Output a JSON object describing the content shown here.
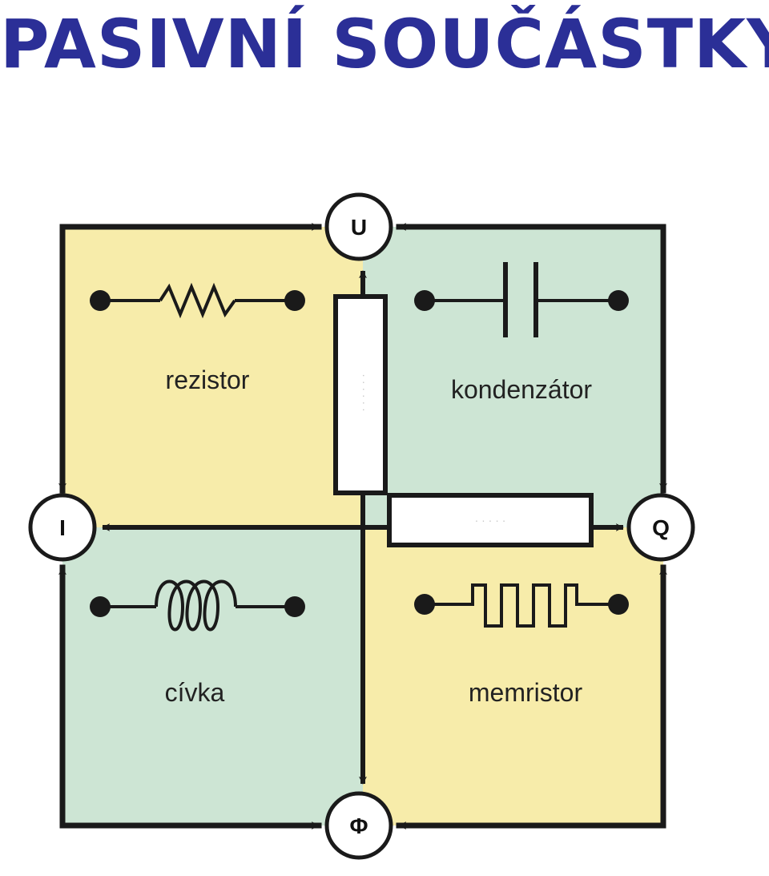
{
  "title": "PASIVNÍ SOUČÁSTKY",
  "components": {
    "resistor": "rezistor",
    "capacitor": "kondenzátor",
    "inductor": "cívka",
    "memristor": "memristor"
  },
  "nodes": {
    "voltage": "U",
    "current": "I",
    "charge": "Q",
    "flux": "Φ"
  },
  "colors": {
    "title": "#2b2f97",
    "yellow_quadrant": "#f7ecaa",
    "green_quadrant": "#cde5d4",
    "stroke": "#1a1a1a"
  }
}
